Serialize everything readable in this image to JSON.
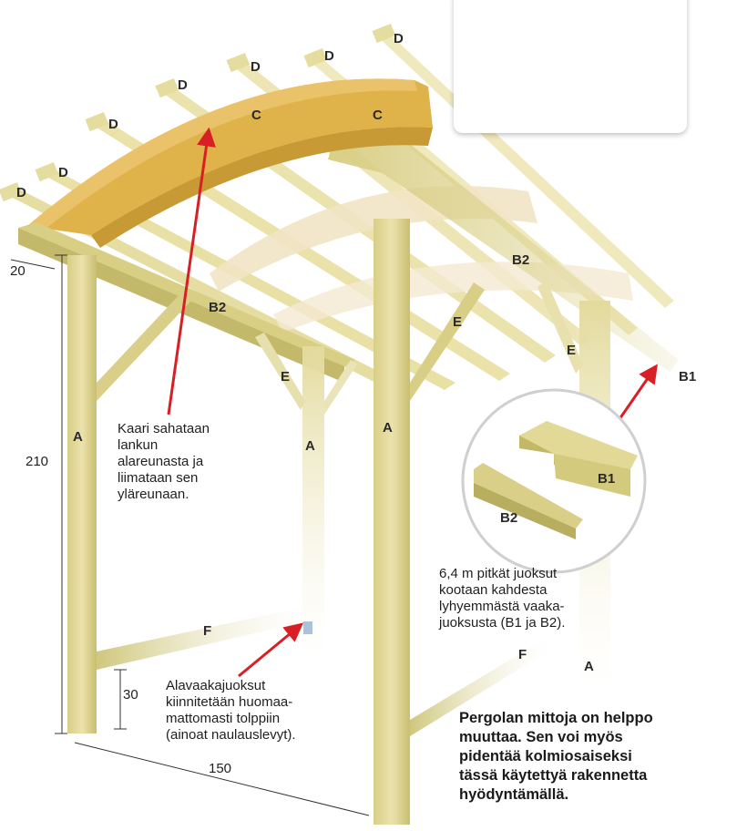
{
  "labels": {
    "A": "A",
    "B1": "B1",
    "B2": "B2",
    "C": "C",
    "D": "D",
    "E": "E",
    "F": "F"
  },
  "dimensions": {
    "top_width": "20",
    "height": "210",
    "low_rail": "30",
    "depth": "150"
  },
  "notes": {
    "arch": "Kaari sahataan\nlankun\nalareunasta ja\nliimataan sen\nyläreunaan.",
    "joint": "6,4 m pitkät juoksut\nkootaan kahdesta\nlyhyemmästä vaaka-\njuoksusta (B1 ja B2).",
    "rail": "Alavaakajuoksut\nkiinnitetään huomaa-\nmattomasti tolppiin\n(ainoat naulauslevyt).",
    "footer": "Pergolan mittoja on helppo\nmuuttaa. Sen voi myös\npidentää kolmiosaiseksi\ntässä käytettyä rakennetta\nhyödyntämällä."
  },
  "colors": {
    "wood_light": "#e6dd9e",
    "wood_mid": "#d7cc7e",
    "wood_dark": "#b4a85a",
    "arch": "#e2b344",
    "arrow": "#d81f26"
  }
}
